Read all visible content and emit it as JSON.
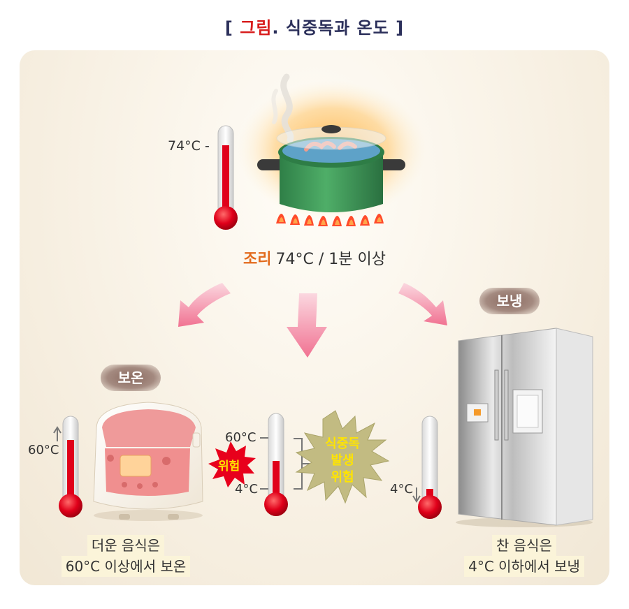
{
  "title": {
    "prefix": "[ ",
    "accent": "그림",
    "rest": ". 식중독과 온도 ]"
  },
  "cooking": {
    "thermo_label": "74°C -",
    "caption_strong": "조리",
    "caption_rest": "74°C / 1분 이상"
  },
  "keep_warm": {
    "badge": "보온",
    "thermo_label": "60°C",
    "caption_line1": "더운 음식은",
    "caption_line2": "60°C 이상에서 보온"
  },
  "danger_zone": {
    "upper_label": "60°C",
    "lower_label": "4°C",
    "danger_word": "위험",
    "burst_line1": "식중독",
    "burst_line2": "발생",
    "burst_line3": "위험"
  },
  "refrigerate": {
    "badge": "보냉",
    "thermo_label": "4°C",
    "caption_line1": "찬 음식은",
    "caption_line2": "4°C 이하에서 보냉"
  },
  "colors": {
    "mercury": "#e0001a",
    "arrow": "#f07a9a",
    "pot": "#3c9a5a",
    "burst": "#c9c28a",
    "burst_text": "#ffe400"
  }
}
